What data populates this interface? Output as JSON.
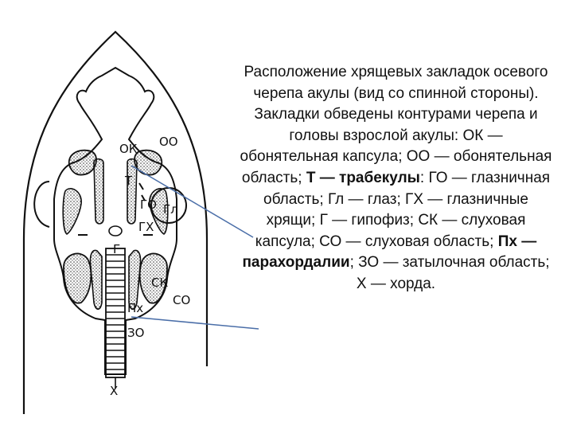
{
  "labels": {
    "ok": "ОК",
    "oo": "ОО",
    "t": "Т",
    "go": "ГО",
    "gl": "Гл",
    "gx": "ГХ",
    "g": "Г",
    "sk": "СК",
    "so": "СО",
    "px": "Пх",
    "zo": "ЗО",
    "x": "Х"
  },
  "caption": {
    "p1": "Расположение хрящевых закладок осевого черепа акулы (вид со спинной стороны). Закладки обведены контурами черепа и головы взрослой акулы: ОК — обонятельная капсула; ОО — обонятельная область;",
    "t_bold": "Т — трабекулы",
    "p2": ": ГО — глазничная область; Гл — глаз; ГХ — глазничные хрящи; Г — гипофиз; СК — слуховая капсула; СО — слуховая область;",
    "px_bold": "Пх — парахордалии",
    "p3": "; ЗО — затылочная область; Х — хорда."
  },
  "colors": {
    "pointer_line": "#4a6ea8",
    "ink": "#111111"
  }
}
